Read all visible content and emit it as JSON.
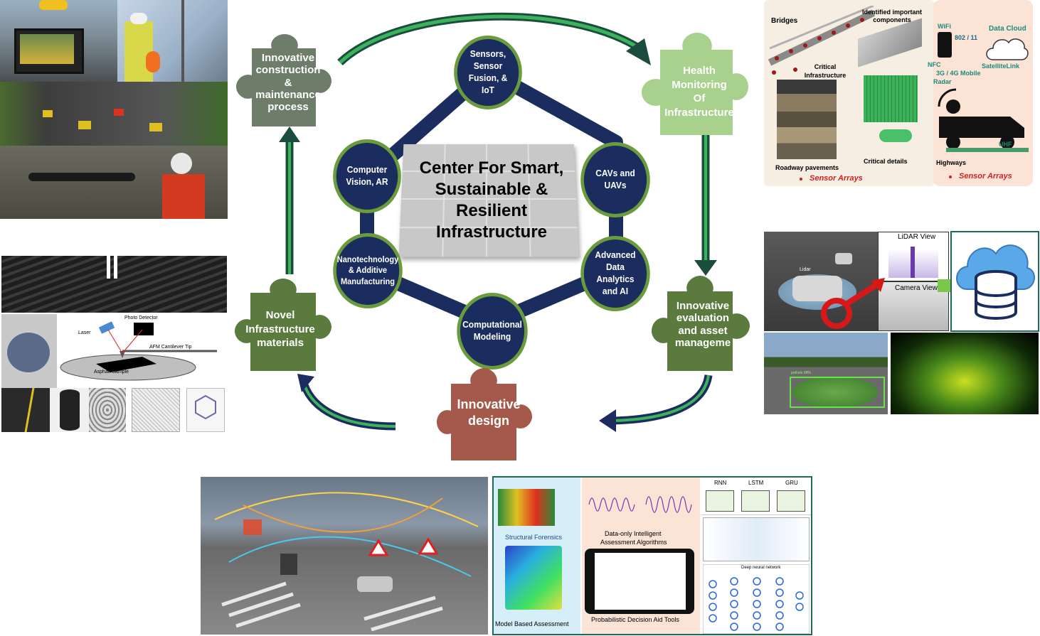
{
  "center": {
    "line1": "Center For Smart,",
    "line2": "Sustainable &",
    "line3": "Resilient",
    "line4": "Infrastructure"
  },
  "nodes": [
    {
      "id": "sensors",
      "lines": [
        "Sensors,",
        "Sensor",
        "Fusion, &",
        "IoT"
      ]
    },
    {
      "id": "cavs",
      "lines": [
        "CAVs and",
        "UAVs"
      ]
    },
    {
      "id": "analytics",
      "lines": [
        "Advanced",
        "Data",
        "Analytics",
        "and AI"
      ]
    },
    {
      "id": "computational",
      "lines": [
        "Computational",
        "Modeling"
      ]
    },
    {
      "id": "nano",
      "lines": [
        "Nanotechnology",
        "& Additive",
        "Manufacturing"
      ]
    },
    {
      "id": "vision",
      "lines": [
        "Computer",
        "Vision, AR"
      ]
    }
  ],
  "puzzles": {
    "construction": {
      "lines": [
        "Innovative",
        "construction",
        "&",
        "maintenance",
        "process"
      ],
      "color": "#6e7d6a"
    },
    "health": {
      "lines": [
        "Health",
        "Monitoring",
        "Of",
        "Infrastructure"
      ],
      "color": "#a9d18e"
    },
    "evaluation": {
      "lines": [
        "Innovative",
        "evaluation",
        "and asset",
        "manageme"
      ],
      "color": "#5b7a3e"
    },
    "design": {
      "lines": [
        "Innovative",
        "design"
      ],
      "color": "#a5594a"
    },
    "materials": {
      "lines": [
        "Novel",
        "Infrastructure",
        "materials"
      ],
      "color": "#5b7a3e"
    }
  },
  "health_panel": {
    "bridges": "Bridges",
    "identified": "Identified important components",
    "critical_infra": "Critical Infrastructure",
    "roadway": "Roadway pavements",
    "critical_details": "Critical details",
    "sensor_arrays_1": "Sensor Arrays",
    "wifi": "WiFi",
    "std": "802 / 11",
    "data_cloud": "Data Cloud",
    "nfc": "NFC",
    "mobile": "3G / 4G Mobile",
    "satellite": "SatelliteLink",
    "radar": "Radar",
    "uhf": "UHF",
    "highways": "Highways",
    "sensor_arrays_2": "Sensor Arrays"
  },
  "lidar_panel": {
    "lidar_view": "LiDAR View",
    "camera_view": "Camera View",
    "lidar": "Lidar",
    "box_label": "pothole 98%"
  },
  "materials_panel": {
    "photo_detector": "Photo Detector",
    "laser": "Laser",
    "cantilever": "AFM Cantilever Tip",
    "asphalt": "Asphalt Sample"
  },
  "bottom_panel": {
    "structural": "Structural Forensics",
    "data_only": "Data-only Intelligent",
    "assessment_algos": "Assessment Algorithms",
    "model_based": "Model Based Assessment",
    "probabilistic": "Probabilistic Decision Aid Tools",
    "rnn": "RNN",
    "lstm": "LSTM",
    "gru": "GRU",
    "deep": "Deep neural network"
  },
  "colors": {
    "navy": "#1b2d5e",
    "arrow_green": "#2fa84f",
    "node_border": "#6a9b3c"
  }
}
